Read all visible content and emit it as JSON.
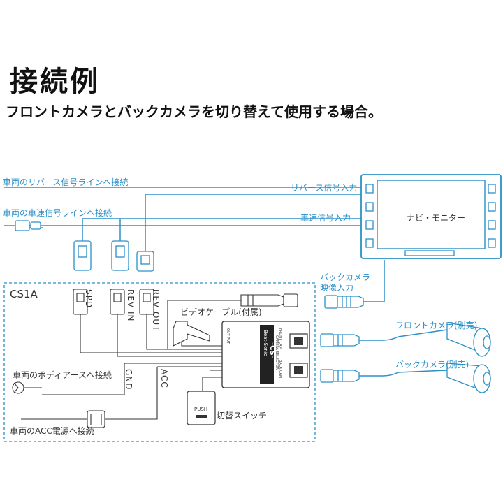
{
  "header": {
    "title": "接続例",
    "subtitle": "フロントカメラとバックカメラを切り替えて使用する場合。"
  },
  "labels": {
    "reverse_signal": "車両のリバース信号ラインへ接続",
    "speed_signal": "車両の車速信号ラインへ接続",
    "reverse_input": "リバース信号入力",
    "speed_input": "車速信号入力",
    "monitor": "ナビ・モニター",
    "back_camera_video_line1": "バックカメラ",
    "back_camera_video_line2": "映像入力",
    "box_title": "CS1A",
    "spd": "SPD",
    "rev_in": "REV IN",
    "rev_out": "REV OUT",
    "video_cable": "ビデオケーブル(付属)",
    "front_camera": "フロントカメラ(別売)",
    "back_camera": "バックカメラ(別売)",
    "body_ground": "車両のボディアースへ接続",
    "gnd": "GND",
    "acc": "ACC",
    "acc_power": "車両のACC電源へ接続",
    "switch": "切替スイッチ",
    "push": "PUSH"
  },
  "unit": {
    "brand": "Beat-Sonic",
    "model": "-CS-",
    "subtitle": "CAMERA SELECTOR",
    "out_put": "OUT PUT",
    "front_cam": "FRONT CAM",
    "back_cam": "BACK CAM"
  },
  "colors": {
    "wire": "#2b90c8",
    "line": "#333333"
  }
}
